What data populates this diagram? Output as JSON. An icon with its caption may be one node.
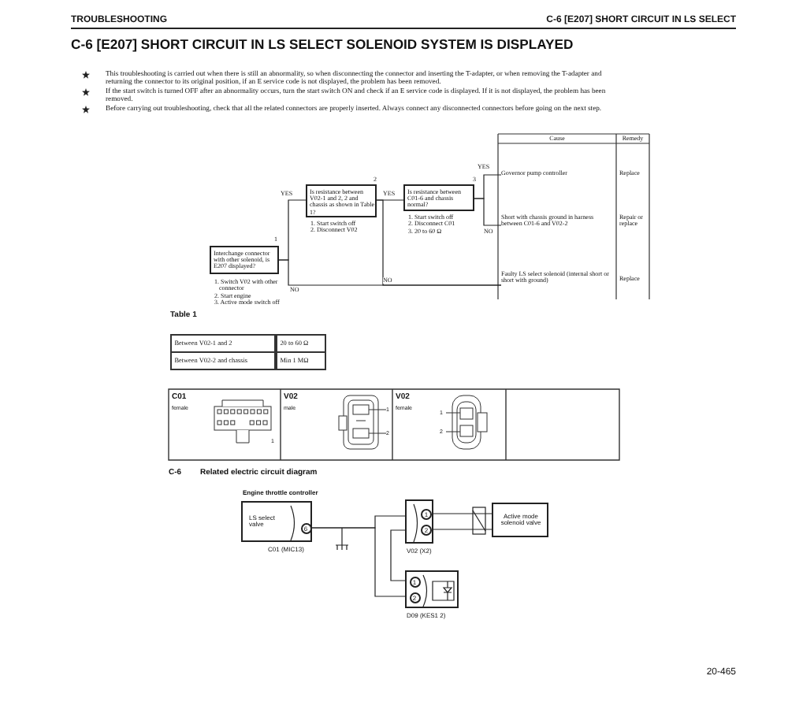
{
  "diagram": {
    "title": "C-6 [E207] SHORT CIRCUIT IN LS SELECT SOLENOID SYSTEM IS DISPLAYED",
    "nodes": [
      {
        "text": [
          "Interchange connector with other solenoid, is E207 displayed?"
        ],
        "beside": [
          "1",
          "1. Switch V02 with other connector",
          "2. Start engine",
          "3. Active mode switch off"
        ]
      },
      {
        "text": [
          "Is resistance between V02-1 and 2, 2 and chassis as shown in Table 1?"
        ],
        "beside": [
          "2",
          "1. Start switch off",
          "2. Disconnect V02"
        ]
      },
      {
        "text": [
          "Is resistance between C01-6 and chassis normal?"
        ],
        "beside": [
          "3",
          "1. Start switch off",
          "2. Disconnect C01",
          "3. 20 to 60 Ω"
        ]
      },
      {
        "text": [
          "Governor pump controller"
        ]
      },
      {
        "text": [
          "Short with chassis ground in harness between C01-6 and V02-2"
        ]
      },
      {
        "text": [
          "Faulty LS select solenoid (internal short or short with ground)"
        ]
      },
      {
        "text": [
          "Engine throttle controller",
          "LS select valve",
          "6"
        ],
        "beside": [
          "C01 (MIC13)"
        ]
      },
      {
        "text": [
          "1",
          "2"
        ],
        "beside": [
          "V02 (X2)"
        ]
      },
      {
        "text": [
          "Active mode solenoid valve"
        ]
      },
      {
        "text": [
          "1",
          "2"
        ],
        "beside": [
          "D09 (KES1 2)"
        ]
      }
    ],
    "edges": [
      {
        "from": 0,
        "to": 1,
        "arrow": "none",
        "label": "YES"
      },
      {
        "from": 1,
        "to": 2,
        "arrow": "none",
        "label": "YES"
      },
      {
        "from": 2,
        "to": 3,
        "arrow": "none",
        "label": "YES"
      },
      {
        "from": 2,
        "to": 4,
        "arrow": "none",
        "label": "NO"
      },
      {
        "from": 1,
        "to": 5,
        "arrow": "none",
        "label": "NO"
      },
      {
        "from": 0,
        "to": 5,
        "arrow": "none",
        "label": "NO"
      },
      {
        "from": 6,
        "to": 7,
        "arrow": "none"
      },
      {
        "from": 6,
        "to": 9,
        "arrow": "none"
      },
      {
        "from": 7,
        "to": 9,
        "arrow": "none"
      },
      {
        "from": 7,
        "to": 8,
        "arrow": "none"
      },
      {
        "from": 7,
        "to": 8,
        "arrow": "none"
      }
    ],
    "labels": [
      "TROUBLESHOOTING",
      "C-6 [E207] SHORT CIRCUIT IN LS SELECT",
      "This troubleshooting is carried out when there is still an abnormality, so when disconnecting the connector and inserting the T-adapter, or when removing the T-adapter and returning the connector to its original position, if an E service code is not displayed, the problem has been removed.",
      "If the start switch is turned OFF after an abnormality occurs, turn the start switch ON and check if an E service code is displayed. If it is not displayed, the problem has been removed.",
      "Before carrying out troubleshooting, check that all the related connectors are properly inserted. Always connect any disconnected connectors before going on the next step.",
      "Cause",
      "Remedy",
      "Replace",
      "Repair or replace",
      "Replace",
      "Table 1",
      "Between V02-1 and 2",
      "20 to 60 Ω",
      "Between V02-2 and chassis",
      "Min 1 MΩ",
      "C01",
      "female",
      "1",
      "V02",
      "male",
      "1",
      "2",
      "V02",
      "female",
      "1",
      "2",
      "C-6",
      "Related electric circuit diagram",
      "20-465"
    ]
  }
}
